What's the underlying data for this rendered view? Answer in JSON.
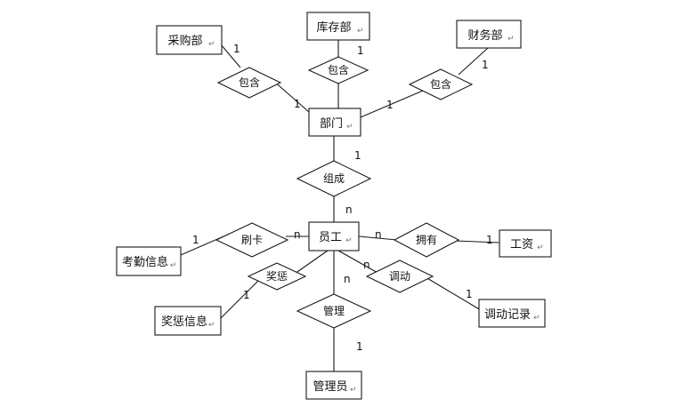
{
  "para_mark": "↵",
  "entities": {
    "purchasing_dept": "采购部",
    "warehouse_dept": "库存部",
    "finance_dept": "财务部",
    "department": "部门",
    "employee": "员工",
    "attendance_info": "考勤信息",
    "salary": "工资",
    "reward_punish_info": "奖惩信息",
    "transfer_record": "调动记录",
    "administrator": "管理员"
  },
  "relationships": {
    "contains_purchasing": "包含",
    "contains_warehouse": "包含",
    "contains_finance": "包含",
    "composes": "组成",
    "swipe_card": "刷卡",
    "has_salary": "拥有",
    "reward_punish": "奖惩",
    "transfer": "调动",
    "manage": "管理"
  },
  "cardinalities": {
    "purchasing_side": "1",
    "dept_side_purchasing": "1",
    "warehouse_side": "1",
    "finance_side": "1",
    "dept_side_finance": "1",
    "dept_side_composes": "1",
    "employee_side_composes": "n",
    "attendance_side": "1",
    "employee_side_swipe": "n",
    "employee_side_salary": "n",
    "salary_side": "1",
    "reward_punish_side": "1",
    "employee_side_transfer": "n",
    "transfer_record_side": "1",
    "employee_side_manage": "n",
    "administrator_side": "1"
  }
}
